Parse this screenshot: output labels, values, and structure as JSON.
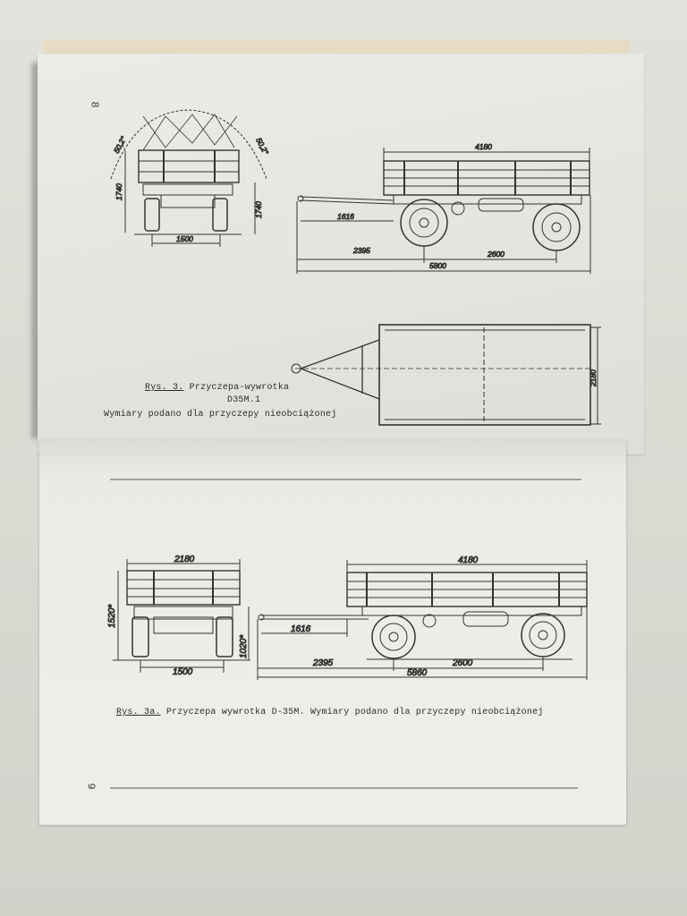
{
  "page_top": {
    "page_number": "8",
    "figure_label": "Rys. 3.",
    "figure_title": "Przyczepa-wywrotka",
    "figure_model": "D35M.1",
    "figure_note": "Wymiary podano dla przyczepy nieobciążonej",
    "dims": {
      "tilt_left": "50,2°",
      "tilt_right": "50,2°",
      "height_left": "1740",
      "height_right": "1740",
      "track": "1500",
      "body_length": "4180",
      "drawbar": "1616",
      "to_axle": "2395",
      "wheelbase": "2600",
      "total_length": "5800",
      "width": "2180"
    }
  },
  "page_bottom": {
    "page_number": "9",
    "figure_label": "Rys. 3a.",
    "figure_caption": "Przyczepa wywrotka D-35M. Wymiary podano dla przyczepy nieobciążonej",
    "dims": {
      "width": "2180",
      "height": "1520*",
      "platform_height": "1020*",
      "track": "1500",
      "body_length": "4180",
      "drawbar": "1616",
      "to_axle": "2395",
      "wheelbase": "2600",
      "total_length": "5860"
    }
  }
}
